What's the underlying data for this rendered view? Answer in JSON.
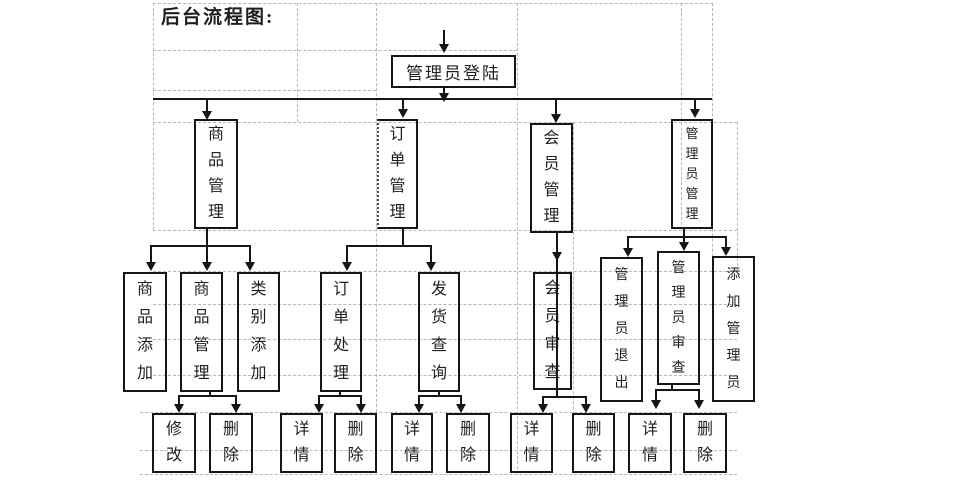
{
  "page": {
    "background": "#ffffff"
  },
  "colors": {
    "line": "#161616",
    "grid_dash": "#b6b6b6",
    "text": "#1f1f1f"
  },
  "title": "后台流程图:",
  "flowchart": {
    "root": {
      "label": "管理员登陆"
    },
    "level1": [
      {
        "label": "商品管理",
        "parent": "管理员登陆"
      },
      {
        "label": "订单管理",
        "parent": "管理员登陆"
      },
      {
        "label": "会员管理",
        "parent": "管理员登陆"
      },
      {
        "label": "管理员管理",
        "parent": "管理员登陆"
      }
    ],
    "level2": [
      {
        "label": "商品添加",
        "parent": "商品管理"
      },
      {
        "label": "商品管理",
        "parent": "商品管理"
      },
      {
        "label": "类别添加",
        "parent": "商品管理"
      },
      {
        "label": "订单处理",
        "parent": "订单管理"
      },
      {
        "label": "发货查询",
        "parent": "订单管理"
      },
      {
        "label": "会员审查",
        "parent": "会员管理"
      },
      {
        "label": "管理员退出",
        "parent": "管理员管理"
      },
      {
        "label": "管理员审查",
        "parent": "管理员管理"
      },
      {
        "label": "添加管理员",
        "parent": "管理员管理"
      }
    ],
    "level3": [
      {
        "label": "修改",
        "parent": "商品管理"
      },
      {
        "label": "删除",
        "parent": "商品管理"
      },
      {
        "label": "详情",
        "parent": "订单处理"
      },
      {
        "label": "删除",
        "parent": "订单处理"
      },
      {
        "label": "详情",
        "parent": "发货查询"
      },
      {
        "label": "删除",
        "parent": "发货查询"
      },
      {
        "label": "详情",
        "parent": "会员审查"
      },
      {
        "label": "删除",
        "parent": "会员审查"
      },
      {
        "label": "详情",
        "parent": "管理员审查"
      },
      {
        "label": "删除",
        "parent": "管理员审查"
      }
    ]
  }
}
